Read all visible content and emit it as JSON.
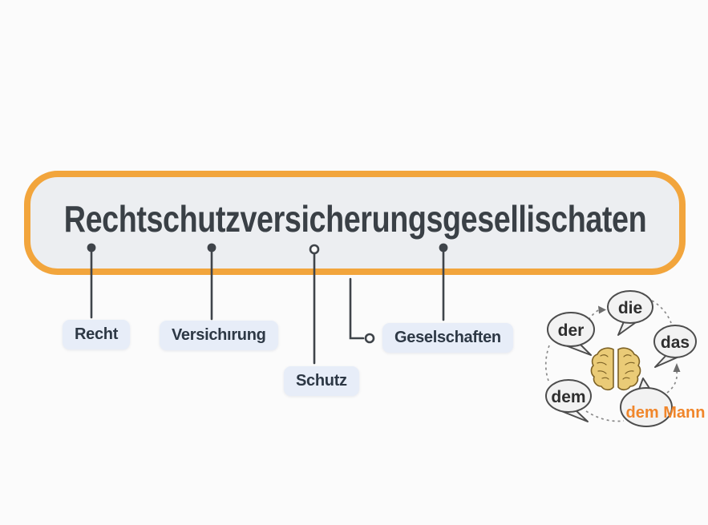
{
  "colors": {
    "bg": "#fbfbfb",
    "accent_orange": "#f2a53c",
    "panel_fill": "#eceef1",
    "title_text": "#3a4046",
    "label_fill": "#e7edf8",
    "label_text": "#2d3845",
    "connector": "#3f444a",
    "bubble_fill": "#f2f2f2",
    "bubble_stroke": "#4d4d4d",
    "bubble_text": "#2e2e2e",
    "highlight_text": "#f0862b",
    "brain_fill": "#eacb77",
    "brain_stroke": "#7d6226",
    "dash_stroke": "#8a8a8a"
  },
  "compound_panel": {
    "title": "Rechtschutzversicherungsgesellischaten",
    "parts": [
      {
        "label": "Recht"
      },
      {
        "label": "Versichırung"
      },
      {
        "label": "Schutz"
      },
      {
        "label": "Geselschaften"
      }
    ]
  },
  "article_cycle": {
    "center_icon": "brain-icon",
    "bubbles": [
      {
        "label": "der"
      },
      {
        "label": "die"
      },
      {
        "label": "das"
      },
      {
        "label": "dem"
      },
      {
        "label": "dem Mann",
        "highlighted": true
      }
    ]
  }
}
